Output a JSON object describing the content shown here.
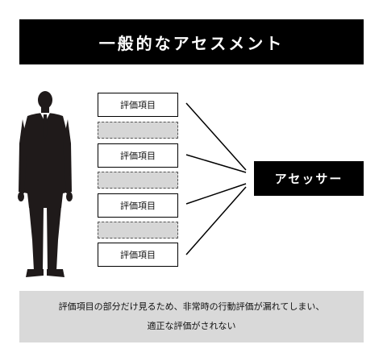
{
  "title": "一般的なアセスメント",
  "evaluation_items": [
    {
      "label": "評価項目"
    },
    {
      "label": "評価項目"
    },
    {
      "label": "評価項目"
    },
    {
      "label": "評価項目"
    }
  ],
  "assessor": {
    "label": "アセッサー"
  },
  "note": {
    "line1": "評価項目の部分だけ見るため、非常時の行動評価が漏れてしまい、",
    "line2": "適正な評価がされない"
  },
  "colors": {
    "dark": "#000000",
    "gap_fill": "#d6d6d6",
    "note_fill": "#d9d9d9",
    "silhouette": "#1f1a1a"
  },
  "icons": {
    "person": "businessman-silhouette-icon"
  }
}
